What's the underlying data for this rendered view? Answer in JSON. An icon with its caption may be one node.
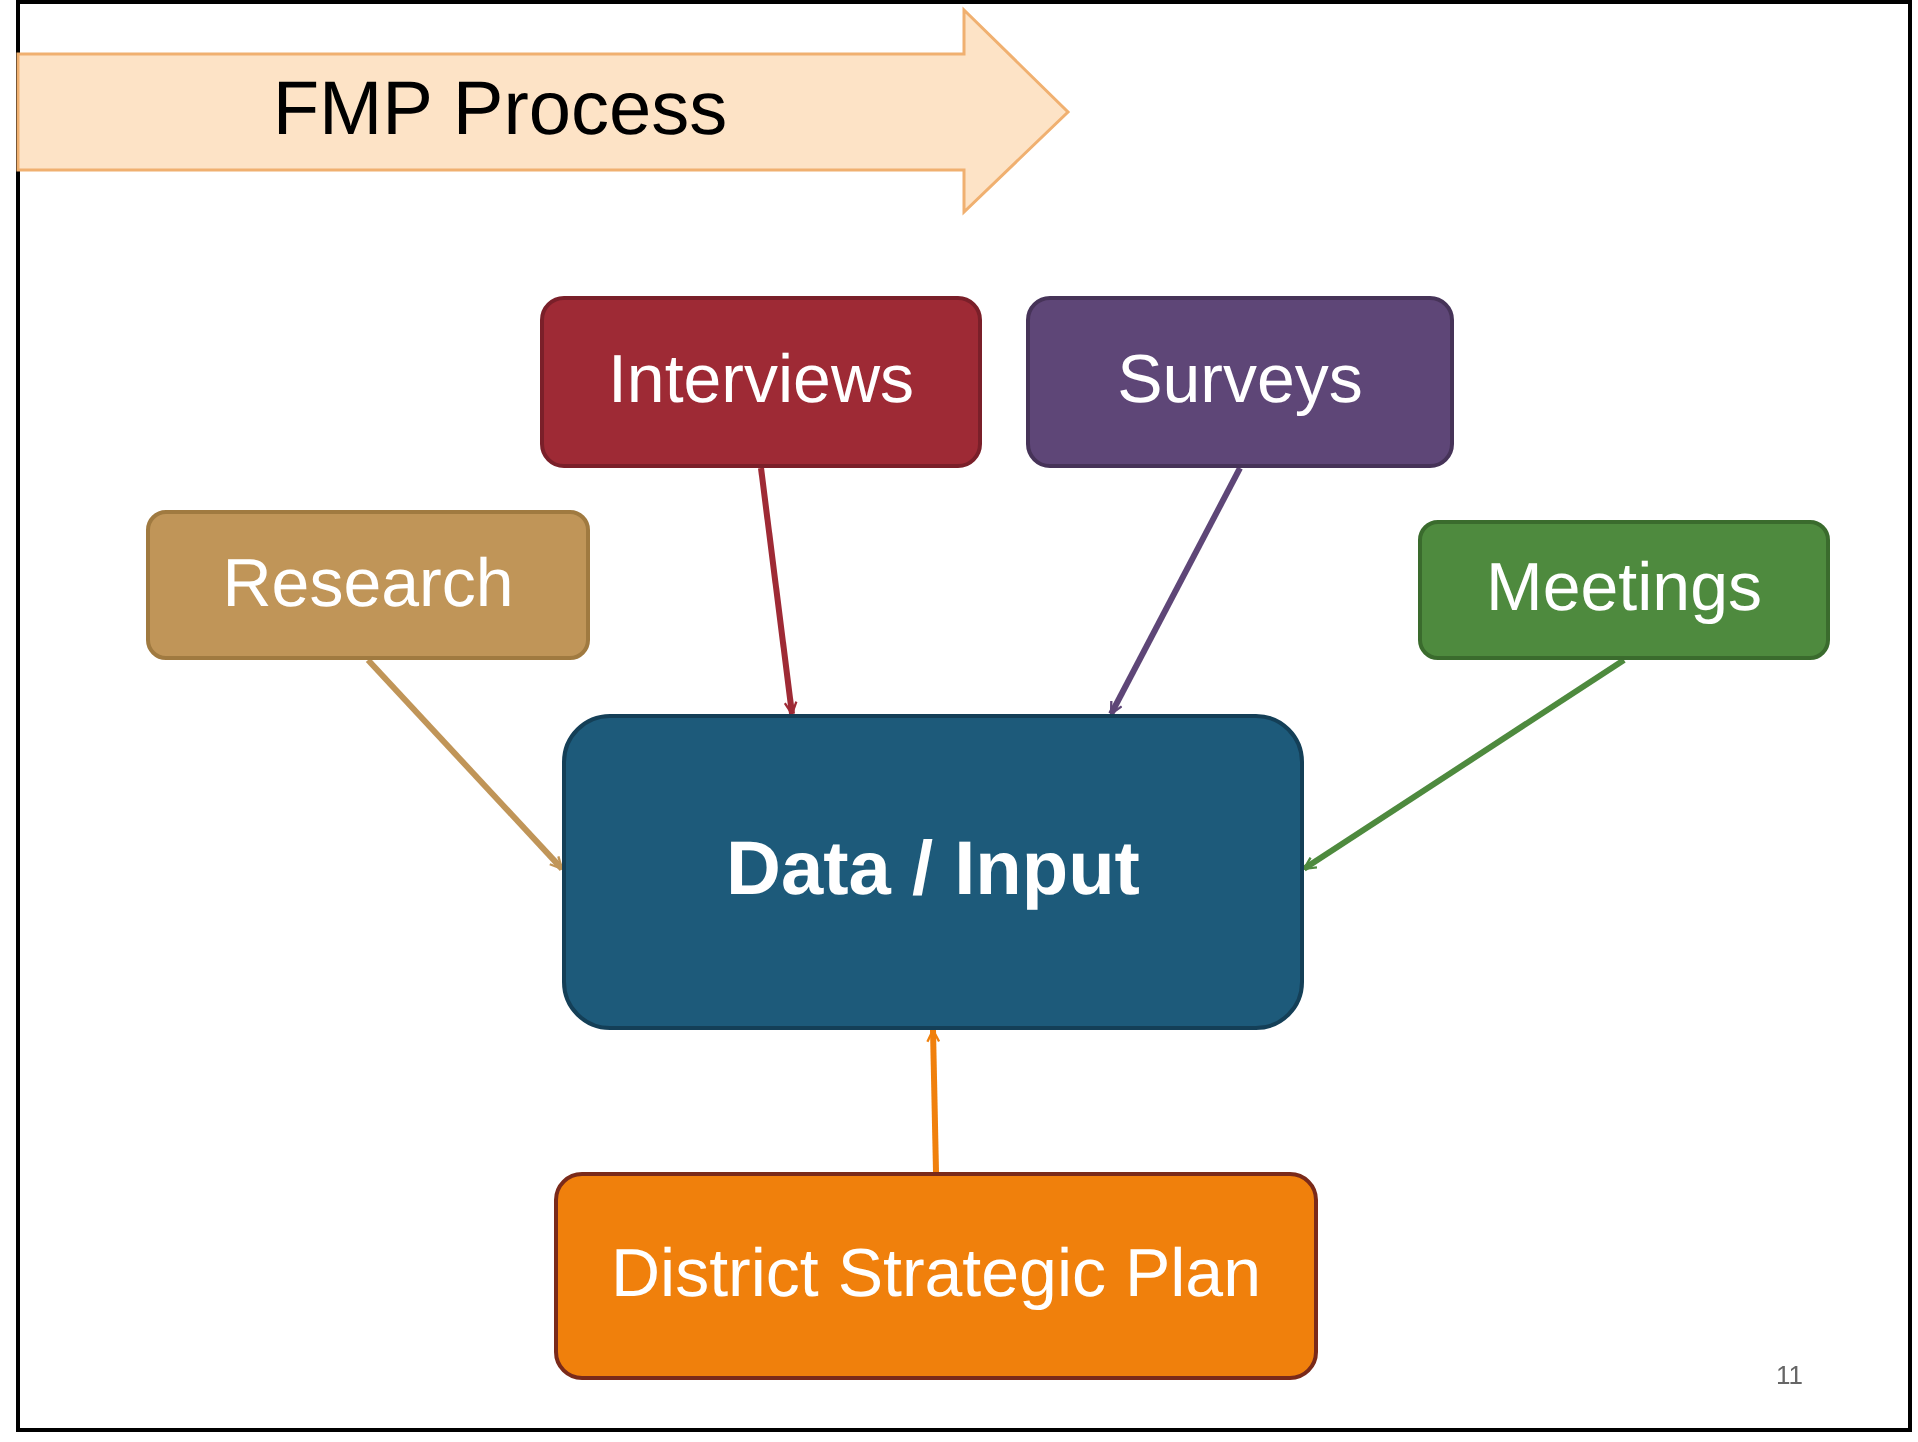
{
  "diagram": {
    "title": "FMP Process",
    "nodes": [
      {
        "text": [
          "Interviews"
        ]
      },
      {
        "text": [
          "Surveys"
        ]
      },
      {
        "text": [
          "Research"
        ]
      },
      {
        "text": [
          "Meetings"
        ]
      },
      {
        "text": [
          "Data / Input"
        ]
      },
      {
        "text": [
          "District Strategic Plan"
        ]
      }
    ],
    "edges": [
      {
        "from": 0,
        "to": 4,
        "arrow": "to",
        "color": "#9e2a35"
      },
      {
        "from": 1,
        "to": 4,
        "arrow": "to",
        "color": "#5e4677"
      },
      {
        "from": 2,
        "to": 4,
        "arrow": "to",
        "color": "#c09558"
      },
      {
        "from": 3,
        "to": 4,
        "arrow": "to",
        "color": "#4e8a3e"
      },
      {
        "from": 5,
        "to": 4,
        "arrow": "to",
        "color": "#f0800c"
      }
    ],
    "labels": [
      "11"
    ]
  }
}
